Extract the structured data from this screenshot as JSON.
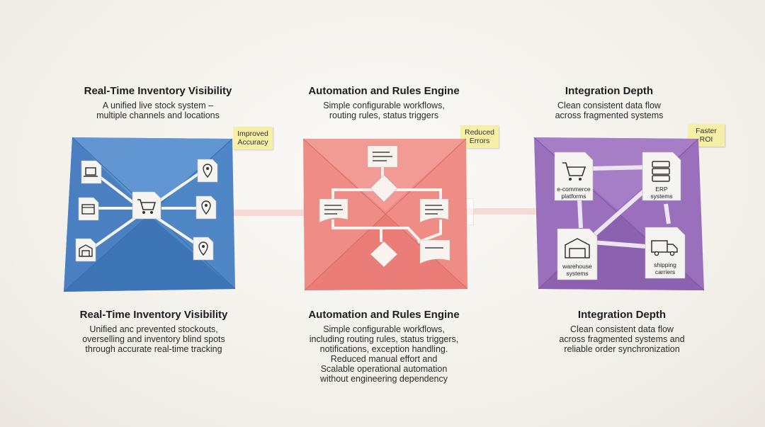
{
  "panels": [
    {
      "top_title": "Real-Time Inventory Visibility",
      "top_desc": "A unified live stock system –\nmultiple channels and locations",
      "badge": "Improved\nAccuracy",
      "bottom_title": "Real-Time Inventory Visibility",
      "bottom_desc": "Unified anc prevented stockouts,\noverselling and inventory blind spots\nthrough accurate real-time tracking",
      "color": "#4f86c6"
    },
    {
      "top_title": "Automation and Rules Engine",
      "top_desc": "Simple configurable workflows,\nrouting rules, status triggers",
      "badge": "Reduced\nErrors",
      "bottom_title": "Automation and Rules Engine",
      "bottom_desc": "Simple configurable workflows,\nincluding routing rules, status triggers,\nnotifications, exception handling.\nReduced manual effort and\nScalable operational automation\nwithout engineering dependency",
      "color": "#f08c86"
    },
    {
      "top_title": "Integration Depth",
      "top_desc": "Clean consistent data flow\nacross fragmented systems",
      "badge": "Faster\nROI",
      "bottom_title": "Integration Depth",
      "bottom_desc": "Clean consistent data flow\nacross fragmented systems and\nreliable order synchronization",
      "color": "#9a70bc",
      "systems": [
        "e-commerce\nplatforms",
        "ERP\nsystems",
        "warehouse\nsystems",
        "shipping\ncarriers"
      ]
    }
  ],
  "icons": {
    "panel1": [
      "laptop-icon",
      "browser-window-icon",
      "warehouse-icon",
      "location-pin-icon",
      "shopping-cart-icon"
    ],
    "panel2": [
      "flowchart-icon",
      "decision-diamond-icon",
      "document-icon"
    ],
    "panel3": [
      "shopping-cart-icon",
      "server-icon",
      "warehouse-icon",
      "delivery-truck-icon"
    ]
  }
}
